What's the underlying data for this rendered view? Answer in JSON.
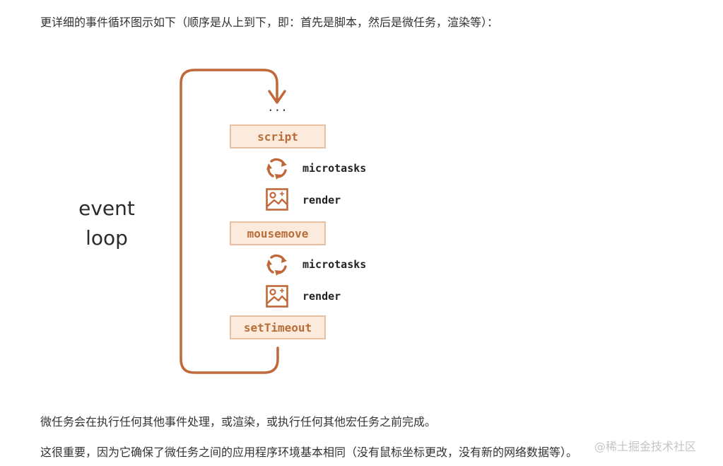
{
  "text": {
    "intro": "更详细的事件循环图示如下（顺序是从上到下，即：首先是脚本，然后是微任务，渲染等）：",
    "para1": "微任务会在执行任何其他事件处理，或渲染，或执行任何其他宏任务之前完成。",
    "para2": "这很重要，因为它确保了微任务之间的应用程序环境基本相同（没有鼠标坐标更改，没有新的网络数据等）。",
    "watermark": "@稀土掘金技术社区"
  },
  "diagram": {
    "loop_label_line1": "event",
    "loop_label_line2": "loop",
    "ellipsis": "...",
    "tasks": [
      "script",
      "mousemove",
      "setTimeout"
    ],
    "microtasks_label": "microtasks",
    "render_label": "render",
    "colors": {
      "loop_stroke": "#c0683a",
      "box_fill": "#fcebdd",
      "box_border": "#e8bfa0",
      "box_text": "#b86d38",
      "icon": "#c0683a"
    },
    "icons": [
      "cycle-arrows-icon",
      "image-icon"
    ]
  }
}
